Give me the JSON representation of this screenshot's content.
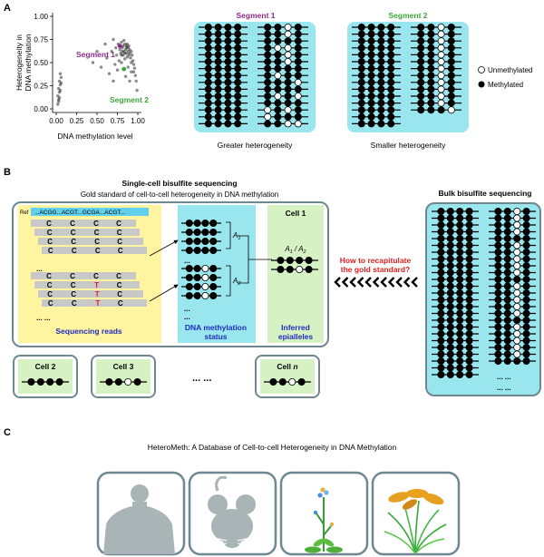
{
  "panel_a": {
    "letter": "A",
    "scatter": {
      "xlabel": "DNA methylation level",
      "ylabel_line1": "Heterogeneity in",
      "ylabel_line2": "DNA methylation",
      "xticks": [
        "0.00",
        "0.25",
        "0.50",
        "0.75",
        "1.00"
      ],
      "yticks": [
        "0.00",
        "0.25",
        "0.50",
        "0.75",
        "1.00"
      ],
      "seg1_label": "Segment 1",
      "seg2_label": "Segment 2"
    },
    "segment1_title": "Segment 1",
    "segment2_title": "Segment 2",
    "caption1": "Greater heterogeneity",
    "caption2": "Smaller heterogeneity",
    "legend_unmethylated": "Unmethylated",
    "legend_methylated": "Methylated",
    "colors": {
      "segment1": "#8b2a8b",
      "segment2": "#3aa63a",
      "panel_bg": "#9ae6ee"
    }
  },
  "chart_data": {
    "type": "scatter",
    "xlabel": "DNA methylation level",
    "ylabel": "Heterogeneity in DNA methylation",
    "xlim": [
      0,
      1
    ],
    "ylim": [
      0,
      1
    ],
    "xticks": [
      "0.00",
      "0.25",
      "0.50",
      "0.75",
      "1.00"
    ],
    "yticks": [
      "0.00",
      "0.25",
      "0.50",
      "0.75",
      "1.00"
    ],
    "series": [
      {
        "name": "",
        "points": [
          [
            0.02,
            0.05
          ],
          [
            0.03,
            0.1
          ],
          [
            0.02,
            0.14
          ],
          [
            0.04,
            0.18
          ],
          [
            0.03,
            0.22
          ],
          [
            0.05,
            0.26
          ],
          [
            0.04,
            0.3
          ],
          [
            0.06,
            0.34
          ],
          [
            0.05,
            0.38
          ],
          [
            0.03,
            0.08
          ],
          [
            0.04,
            0.12
          ],
          [
            0.05,
            0.2
          ],
          [
            0.06,
            0.28
          ],
          [
            0.45,
            0.5
          ],
          [
            0.5,
            0.62
          ],
          [
            0.55,
            0.45
          ],
          [
            0.6,
            0.7
          ],
          [
            0.62,
            0.55
          ],
          [
            0.65,
            0.38
          ],
          [
            0.68,
            0.62
          ],
          [
            0.7,
            0.75
          ],
          [
            0.7,
            0.3
          ],
          [
            0.72,
            0.48
          ],
          [
            0.73,
            0.66
          ],
          [
            0.74,
            0.58
          ],
          [
            0.75,
            0.42
          ],
          [
            0.76,
            0.7
          ],
          [
            0.77,
            0.52
          ],
          [
            0.78,
            0.64
          ],
          [
            0.79,
            0.6
          ],
          [
            0.8,
            0.72
          ],
          [
            0.8,
            0.5
          ],
          [
            0.81,
            0.66
          ],
          [
            0.82,
            0.58
          ],
          [
            0.82,
            0.68
          ],
          [
            0.83,
            0.62
          ],
          [
            0.84,
            0.7
          ],
          [
            0.84,
            0.54
          ],
          [
            0.85,
            0.64
          ],
          [
            0.86,
            0.6
          ],
          [
            0.86,
            0.68
          ],
          [
            0.87,
            0.56
          ],
          [
            0.88,
            0.62
          ],
          [
            0.88,
            0.66
          ],
          [
            0.89,
            0.58
          ],
          [
            0.9,
            0.64
          ],
          [
            0.9,
            0.6
          ],
          [
            0.91,
            0.55
          ],
          [
            0.92,
            0.62
          ],
          [
            0.92,
            0.5
          ],
          [
            0.93,
            0.58
          ],
          [
            0.94,
            0.52
          ],
          [
            0.95,
            0.48
          ],
          [
            0.95,
            0.4
          ],
          [
            0.96,
            0.44
          ],
          [
            0.97,
            0.36
          ],
          [
            0.98,
            0.3
          ],
          [
            0.99,
            0.2
          ],
          [
            0.88,
            0.45
          ],
          [
            0.92,
            0.4
          ],
          [
            0.85,
            0.35
          ],
          [
            0.9,
            0.3
          ],
          [
            0.87,
            0.7
          ],
          [
            0.83,
            0.74
          ],
          [
            0.78,
            0.68
          ],
          [
            0.81,
            0.62
          ],
          [
            0.86,
            0.66
          ],
          [
            0.84,
            0.6
          ],
          [
            0.8,
            0.58
          ],
          [
            0.89,
            0.68
          ]
        ]
      }
    ],
    "highlights": [
      {
        "label": "Segment 1",
        "x": 0.78,
        "y": 0.68
      },
      {
        "label": "Segment 2",
        "x": 0.83,
        "y": 0.43
      }
    ]
  },
  "panel_b": {
    "letter": "B",
    "sc_title": "Single-cell bisulfite sequencing",
    "sc_subtitle": "Gold standard of cell-to-cell heterogeneity in DNA methylation",
    "ref_label": "Ref",
    "ref_seq": "...ACGG...ACGT...GCGA...ACGT...",
    "read_letter_c": "C",
    "read_letter_t": "T",
    "ellipsis_short": "...",
    "ellipsis_long": "... ...",
    "seq_reads_label": "Sequencing reads",
    "meth_status_line1": "DNA methylation",
    "meth_status_line2": "status",
    "inferred_line1": "Inferred",
    "inferred_line2": "epialleles",
    "cell1": "Cell 1",
    "a1": "A",
    "a1_sub": "1",
    "a2": "A",
    "a2_sub": "2",
    "ratio_a1": "A",
    "ratio_sub1": "1",
    "ratio_slash": " / ",
    "ratio_a2": "A",
    "ratio_sub2": "2",
    "cell2": "Cell 2",
    "cell3": "Cell 3",
    "celln_prefix": "Cell ",
    "celln_n": "n",
    "cells_dots": "... ...",
    "question_line1": "How to recapitulate",
    "question_line2": "the gold standard?",
    "bulk_title": "Bulk bisulfite sequencing",
    "bulk_dots": "... ...",
    "colors": {
      "box_yellow": "#fff4a0",
      "box_cyan": "#9ae6ee",
      "box_green": "#d6f2c4",
      "label_blue": "#1f2dbf",
      "question_red": "#e02020",
      "frame_gray": "#6f8791"
    }
  },
  "panel_c": {
    "letter": "C",
    "title": "HeteroMeth: A Database of Cell-to-cell Heterogeneity in DNA Methylation",
    "organisms": [
      "human-icon",
      "mouse-icon",
      "arabidopsis-icon",
      "rice-icon"
    ]
  }
}
